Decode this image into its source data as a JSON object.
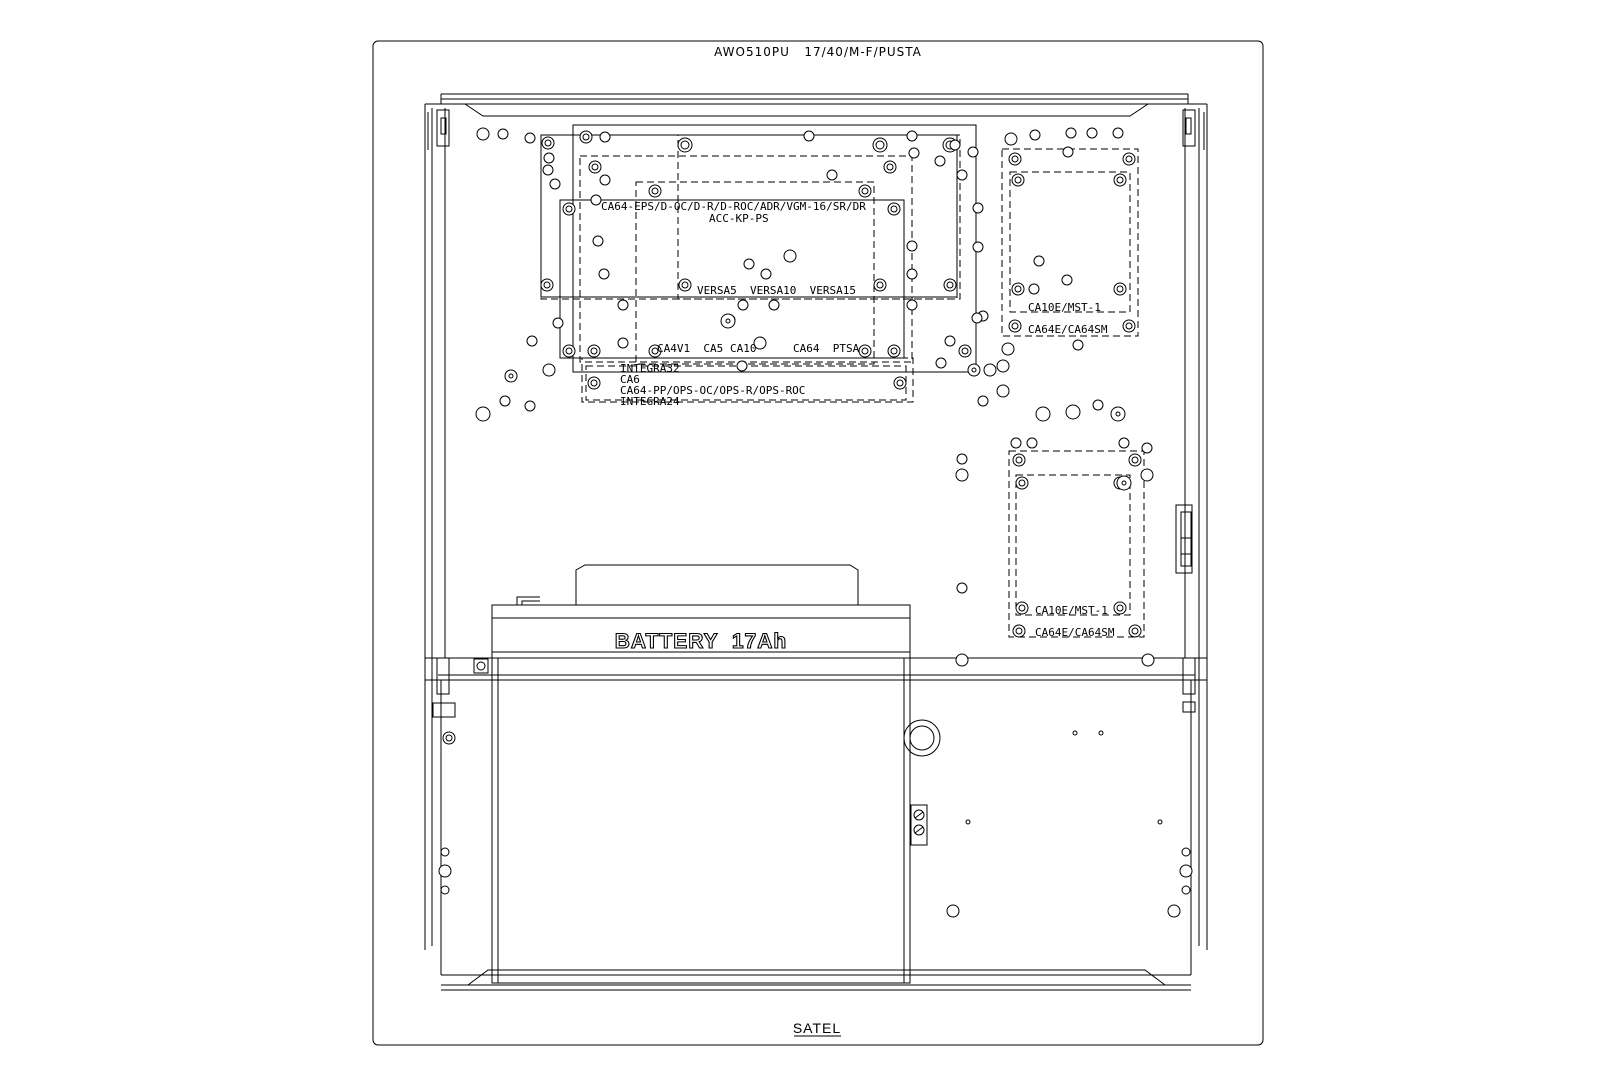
{
  "drawing": {
    "title": "AWO510PU   17/40/M-F/PUSTA",
    "battery_label": "BATTERY  17Ah",
    "brand": "SATEL"
  },
  "module_labels": {
    "eps_group": "CA64-EPS/D-OC/D-R/D-ROC/ADR/VGM-16/SR/DR",
    "acc_kp": "ACC-KP-PS",
    "versa": "VERSA5  VERSA10  VERSA15",
    "ca4v1": "CA4V1  CA5",
    "ca10": "CA10",
    "ca64_ptsa": "CA64  PTSA",
    "integra32": "INTEGRA32",
    "ca6": "CA6",
    "ca64_pp": "CA64-PP/OPS-OC/OPS-R/OPS-ROC",
    "integra24": "INTEGRA24",
    "upper_ca10e": "CA10E/MST-1",
    "upper_ca64e": "CA64E/CA64SM",
    "lower_ca10e": "CA10E/MST-1",
    "lower_ca64e": "CA64E/CA64SM"
  }
}
